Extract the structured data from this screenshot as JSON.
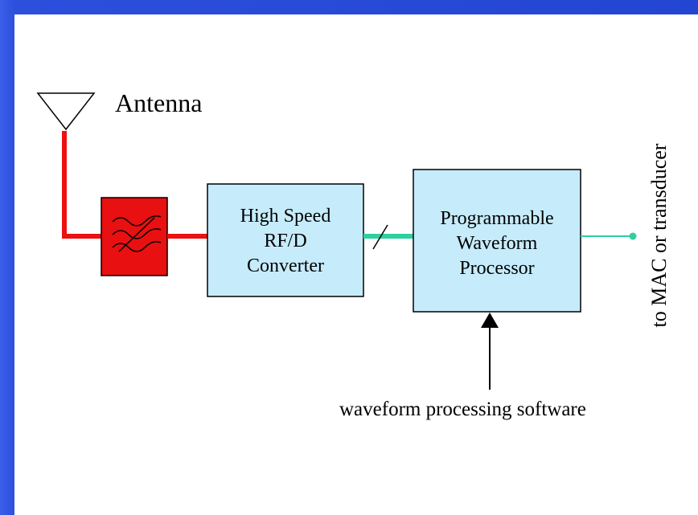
{
  "diagram": {
    "antenna_label": "Antenna",
    "converter": {
      "line1": "High Speed",
      "line2": "RF/D",
      "line3": "Converter"
    },
    "processor": {
      "line1": "Programmable",
      "line2": "Waveform",
      "line3": "Processor"
    },
    "software_label": "waveform processing software",
    "output_label": "to MAC or transducer"
  },
  "colors": {
    "background_blue": "#2346d2",
    "filter_red": "#e81010",
    "rf_line_red": "#ee1111",
    "digital_line_teal": "#2ecfa0",
    "box_fill": "#c6ecfc"
  }
}
